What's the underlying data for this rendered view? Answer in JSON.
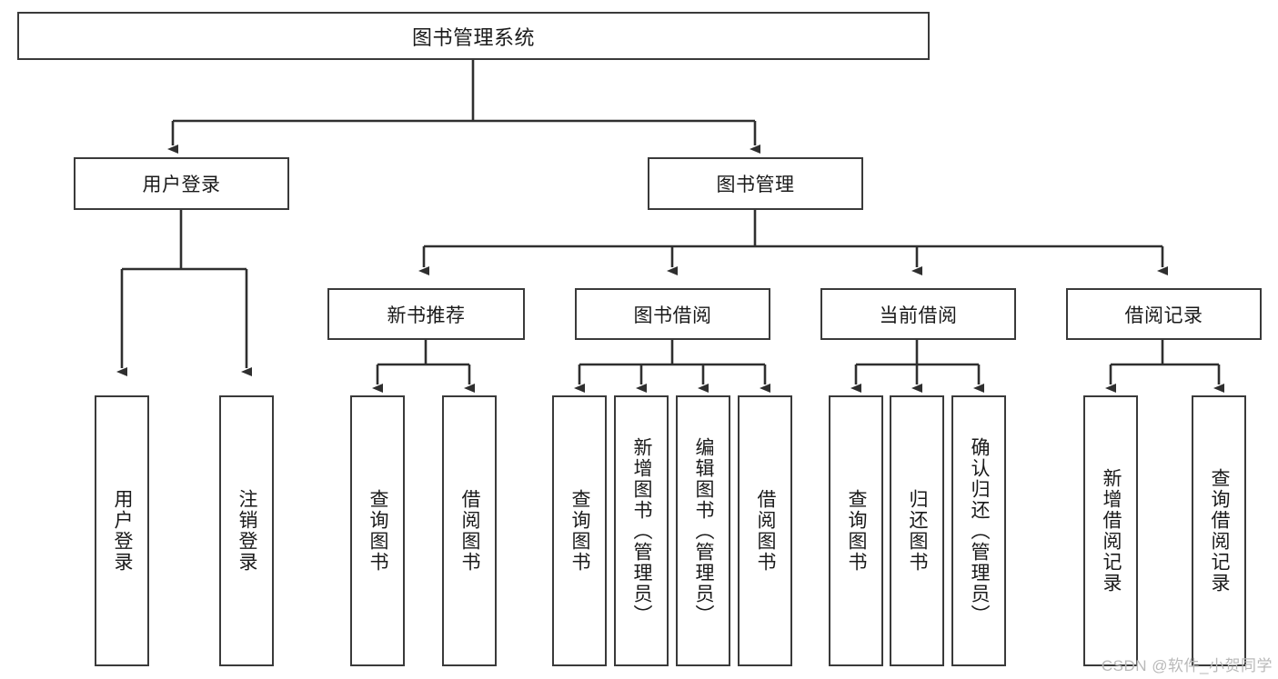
{
  "diagram": {
    "type": "tree-hierarchy",
    "title": "图书管理系统",
    "root": {
      "id": "root",
      "label": "图书管理系统",
      "orientation": "horizontal"
    },
    "level1": [
      {
        "id": "user-login",
        "label": "用户登录",
        "orientation": "horizontal"
      },
      {
        "id": "book-manage",
        "label": "图书管理",
        "orientation": "horizontal"
      }
    ],
    "level2": [
      {
        "id": "new-book-recommend",
        "label": "新书推荐",
        "orientation": "horizontal",
        "parent": "book-manage"
      },
      {
        "id": "book-borrow",
        "label": "图书借阅",
        "orientation": "horizontal",
        "parent": "book-manage"
      },
      {
        "id": "current-borrow",
        "label": "当前借阅",
        "orientation": "horizontal",
        "parent": "book-manage"
      },
      {
        "id": "borrow-record",
        "label": "借阅记录",
        "orientation": "horizontal",
        "parent": "book-manage"
      }
    ],
    "leaves": [
      {
        "id": "leaf-user-login",
        "label": "用户登录",
        "parent": "user-login",
        "orientation": "vertical"
      },
      {
        "id": "leaf-logout",
        "label": "注销登录",
        "parent": "user-login",
        "orientation": "vertical"
      },
      {
        "id": "leaf-query-book-1",
        "label": "查询图书",
        "parent": "new-book-recommend",
        "orientation": "vertical"
      },
      {
        "id": "leaf-borrow-book-1",
        "label": "借阅图书",
        "parent": "new-book-recommend",
        "orientation": "vertical"
      },
      {
        "id": "leaf-query-book-2",
        "label": "查询图书",
        "parent": "book-borrow",
        "orientation": "vertical"
      },
      {
        "id": "leaf-add-book",
        "label": "新增图书（管理员）",
        "parent": "book-borrow",
        "orientation": "vertical"
      },
      {
        "id": "leaf-edit-book",
        "label": "编辑图书（管理员）",
        "parent": "book-borrow",
        "orientation": "vertical"
      },
      {
        "id": "leaf-borrow-book-2",
        "label": "借阅图书",
        "parent": "book-borrow",
        "orientation": "vertical"
      },
      {
        "id": "leaf-query-book-3",
        "label": "查询图书",
        "parent": "current-borrow",
        "orientation": "vertical"
      },
      {
        "id": "leaf-return-book",
        "label": "归还图书",
        "parent": "current-borrow",
        "orientation": "vertical"
      },
      {
        "id": "leaf-confirm-return",
        "label": "确认归还（管理员）",
        "parent": "current-borrow",
        "orientation": "vertical"
      },
      {
        "id": "leaf-add-record",
        "label": "新增借阅记录",
        "parent": "borrow-record",
        "orientation": "vertical"
      },
      {
        "id": "leaf-query-record",
        "label": "查询借阅记录",
        "parent": "borrow-record",
        "orientation": "vertical"
      }
    ],
    "colors": {
      "stroke": "#3a3a3a",
      "fill": "#ffffff",
      "text": "#1a1a1a",
      "watermark": "#b9b9b9"
    }
  },
  "watermark": {
    "text": "CSDN @软件_小贺同学"
  }
}
